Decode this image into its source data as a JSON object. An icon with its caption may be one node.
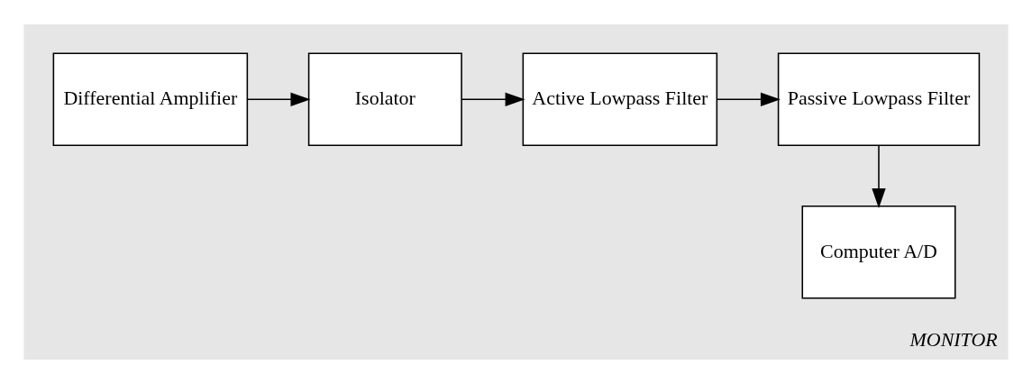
{
  "diagram": {
    "nodes": [
      {
        "text": [
          "MONITOR"
        ]
      },
      {
        "text": [
          "Differential Amplifier"
        ],
        "in": 0
      },
      {
        "text": [
          "Isolator"
        ],
        "in": 0
      },
      {
        "text": [
          "Active Lowpass Filter"
        ],
        "in": 0
      },
      {
        "text": [
          "Passive Lowpass Filter"
        ],
        "in": 0
      },
      {
        "text": [
          "Computer A/D"
        ],
        "in": 0
      }
    ],
    "edges": [
      {
        "from": 1,
        "to": 2,
        "arrow": "to"
      },
      {
        "from": 2,
        "to": 3,
        "arrow": "to"
      },
      {
        "from": 3,
        "to": 4,
        "arrow": "to"
      },
      {
        "from": 4,
        "to": 5,
        "arrow": "to"
      }
    ]
  }
}
